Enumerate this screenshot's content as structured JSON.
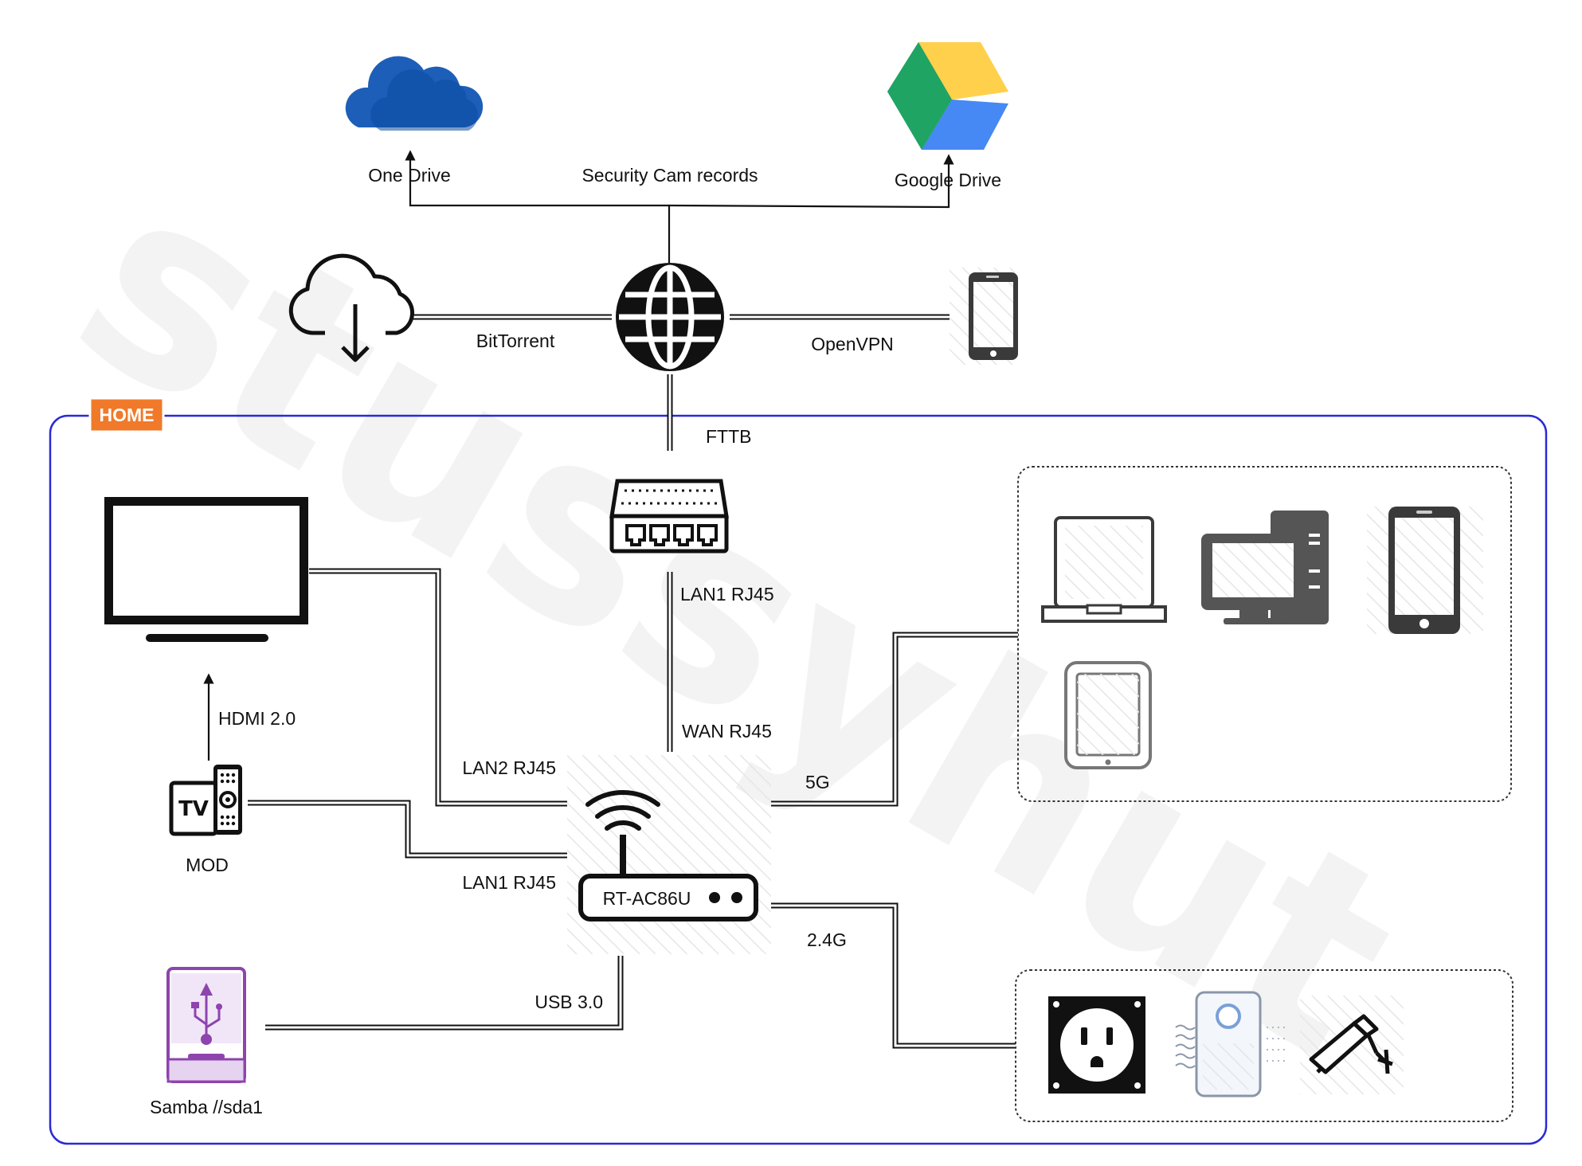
{
  "watermark": "stussyhut",
  "home_badge": "HOME",
  "labels": {
    "onedrive": "One Drive",
    "security_cam": "Security Cam records",
    "google_drive": "Google Drive",
    "bittorrent": "BitTorrent",
    "openvpn": "OpenVPN",
    "fttb": "FTTB",
    "lan1_modem": "LAN1 RJ45",
    "wan": "WAN RJ45",
    "lan2": "LAN2 RJ45",
    "lan1_router": "LAN1 RJ45",
    "hdmi": "HDMI 2.0",
    "mod": "MOD",
    "g5": "5G",
    "g24": "2.4G",
    "usb": "USB 3.0",
    "samba": "Samba //sda1",
    "router": "RT-AC86U"
  },
  "icons": {
    "onedrive": "onedrive-cloud-icon",
    "google_drive": "google-drive-icon",
    "bittorrent": "cloud-download-icon",
    "internet": "globe-icon",
    "remote_phone": "smartphone-icon",
    "modem": "modem-switch-icon",
    "tv": "tv-monitor-icon",
    "mod": "tv-box-remote-icon",
    "router": "wifi-router-icon",
    "storage": "usb-storage-icon",
    "laptop": "laptop-icon",
    "desktop": "desktop-computer-icon",
    "phone": "smartphone-icon",
    "tablet": "tablet-icon",
    "plug": "smart-plug-icon",
    "purifier": "air-purifier-icon",
    "camera": "security-camera-icon"
  },
  "colors": {
    "home_border": "#2a2ad6",
    "home_badge": "#f07a2a",
    "onedrive": "#1d5fb8",
    "gdrive_green": "#1fa463",
    "gdrive_yellow": "#ffd04b",
    "gdrive_blue": "#4688f4",
    "storage": "#8e44ad"
  }
}
